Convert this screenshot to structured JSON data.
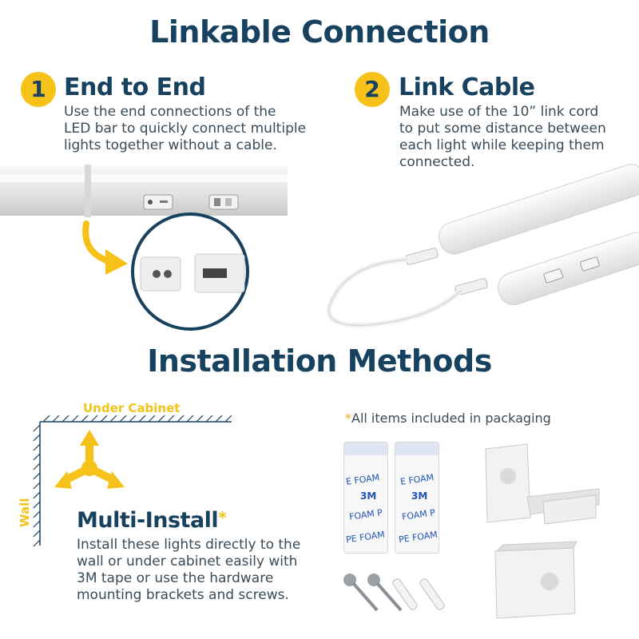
{
  "header": {
    "title": "Linkable Connection"
  },
  "step1": {
    "number": "1",
    "title": "End to End",
    "lines": [
      "Use the end connections of the",
      "LED bar to quickly connect multiple",
      "lights together without a cable."
    ]
  },
  "step2": {
    "number": "2",
    "title": "Link Cable",
    "lines": [
      "Make use of the 10” link cord",
      "to put some distance between",
      "each light while keeping them",
      "connected."
    ]
  },
  "install": {
    "title": "Installation Methods",
    "under_cabinet": "Under Cabinet",
    "wall": "Wall",
    "note_star": "*",
    "note": "All items included in packaging",
    "multi_title": "Multi-Install",
    "multi_star": "*",
    "multi_lines": [
      "Install these lights directly to the",
      "wall or under cabinet easily with",
      "3M tape or use the hardware",
      "mounting brackets and screws."
    ],
    "tape_labels": [
      "E FOAM",
      "3M",
      "FOAM P",
      "PE FOAM"
    ]
  },
  "colors": {
    "navy": "#17425f",
    "yellow": "#f6c21a",
    "text": "#3a4a56"
  }
}
